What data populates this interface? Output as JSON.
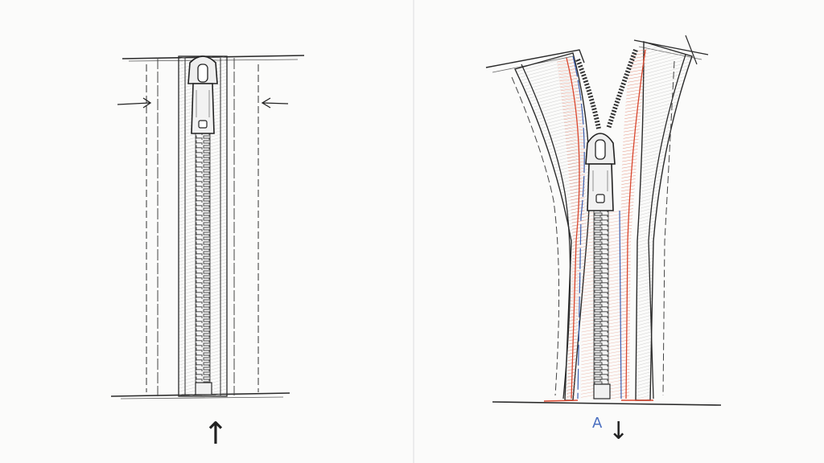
{
  "illustration": {
    "panels": [
      {
        "id": "closed-zipper",
        "state": "closed"
      },
      {
        "id": "open-zipper",
        "state": "open"
      }
    ],
    "handwritten_marks": [
      {
        "id": "left-bottom-arrow",
        "text": "↑"
      },
      {
        "id": "right-bottom-mark",
        "text": "A"
      },
      {
        "id": "right-bottom-arrow",
        "text": "↓"
      }
    ]
  },
  "colors": {
    "paper": "#fbfbfa",
    "graphite": "#2a2a2a",
    "light_graphite": "#6b6b6b",
    "red_pencil": "#d9472f",
    "blue_pencil": "#3c5fb0",
    "tape_shade": "#d9d9d9"
  }
}
